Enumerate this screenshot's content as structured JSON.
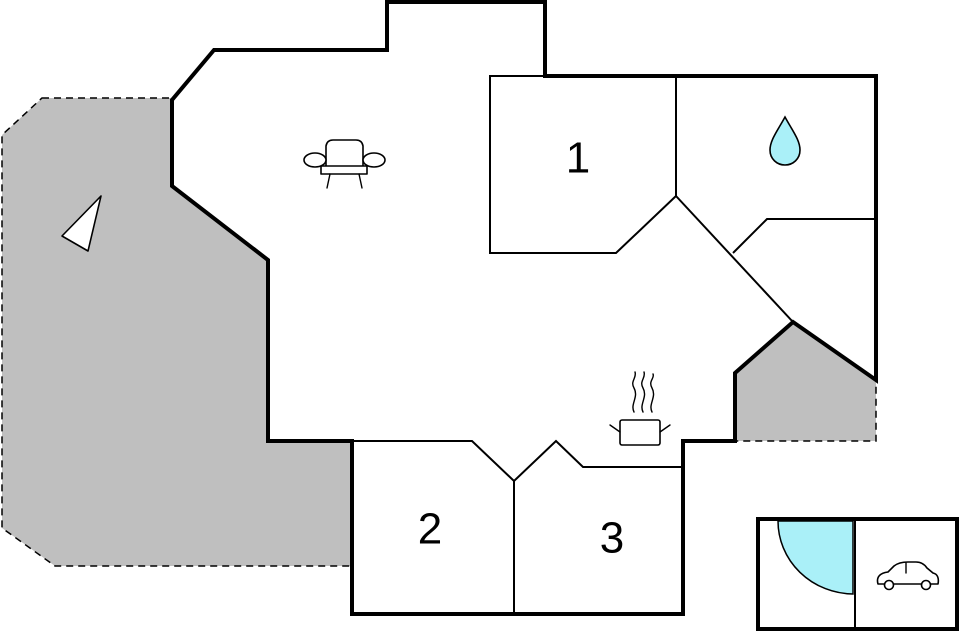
{
  "floorplan": {
    "rooms": [
      {
        "id": "bedroom-1",
        "label": "1"
      },
      {
        "id": "bedroom-2",
        "label": "2"
      },
      {
        "id": "bedroom-3",
        "label": "3"
      }
    ],
    "icons": [
      "sofa-icon",
      "bathroom-water-drop-icon",
      "kitchen-pot-icon",
      "north-arrow-icon",
      "car-icon",
      "carport-door-icon"
    ],
    "colors": {
      "wall": "#000000",
      "floor": "#ffffff",
      "terrace": "#bfbfbf",
      "water": "#aaf0f8"
    }
  }
}
